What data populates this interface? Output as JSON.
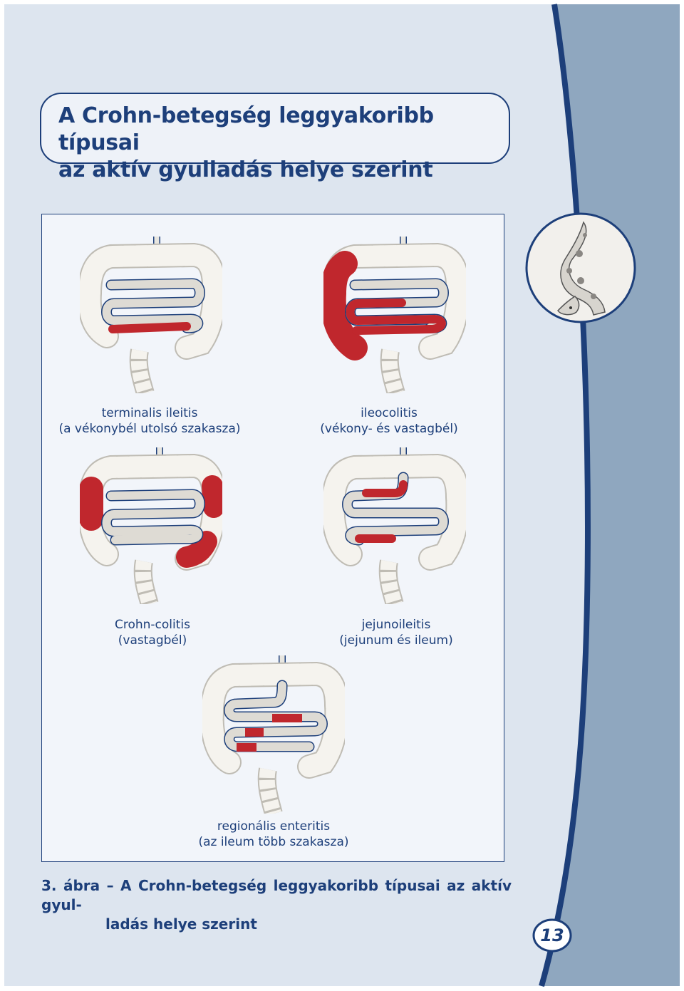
{
  "title": {
    "line1": "A Crohn-betegség leggyakoribb típusai",
    "line2": "az aktív gyulladás helye szerint"
  },
  "diagrams": [
    {
      "id": "terminalis",
      "line1": "terminalis ileitis",
      "line2": "(a vékonybél utolsó szakasza)"
    },
    {
      "id": "ileocolitis",
      "line1": "ileocolitis",
      "line2": "(vékony- és vastagbél)"
    },
    {
      "id": "crohn-colitis",
      "line1": "Crohn-colitis",
      "line2": "(vastagbél)"
    },
    {
      "id": "jejunoileitis",
      "line1": "jejunoileitis",
      "line2": "(jejunum és ileum)"
    },
    {
      "id": "regionalis",
      "line1": "regionális enteritis",
      "line2": "(az ileum több szakasza)"
    }
  ],
  "figure_caption": {
    "line1": "3. ábra – A Crohn-betegség leggyakoribb típusai az aktív gyul-",
    "line2": "ladás helye szerint"
  },
  "page_number": "13",
  "colors": {
    "accent": "#1d3f7a",
    "inflamed": "#c0272d",
    "intestine": "#f3f1ea",
    "side_band": "#8fa7bf"
  },
  "icons": {
    "mascot": "snake-mascot-icon"
  }
}
